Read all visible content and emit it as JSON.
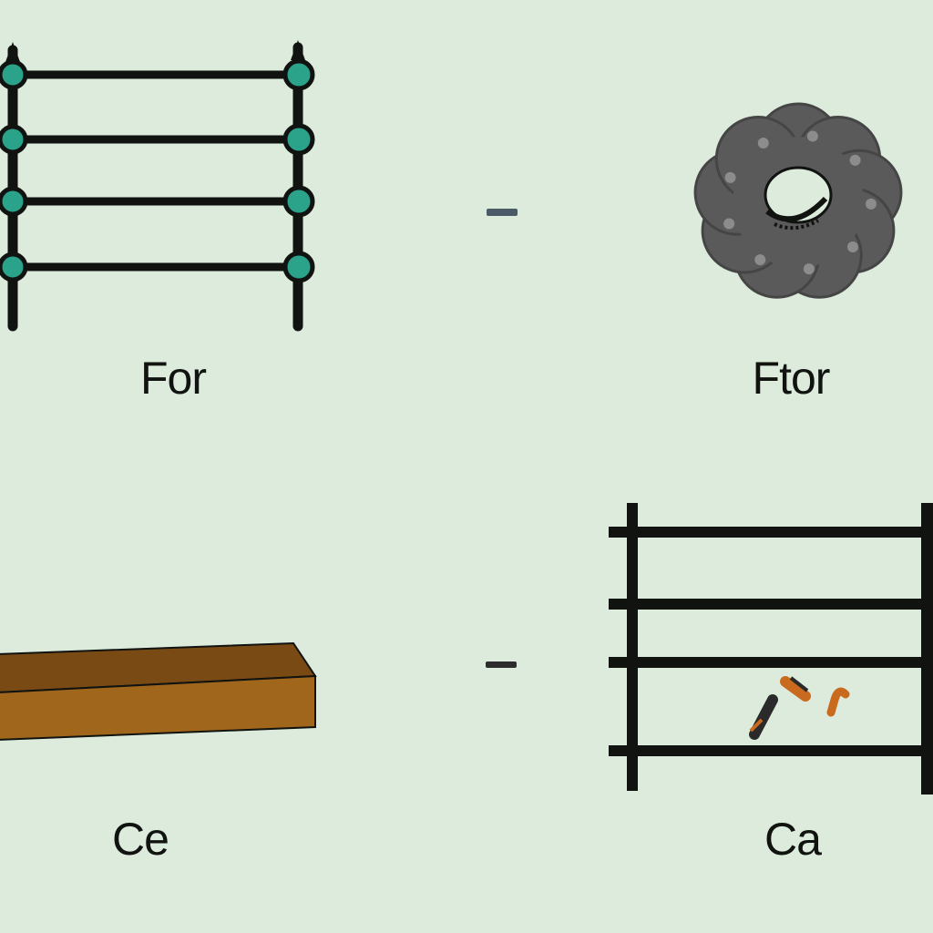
{
  "colors": {
    "background": "#dcebdc",
    "stroke": "#111311",
    "node_fill": "#2ba38a",
    "gear": "#5a5a5a",
    "gear_dark": "#454545",
    "wood_top": "#7a4a14",
    "wood_front": "#a0661b",
    "accent_orange": "#c96a1e"
  },
  "panels": {
    "top_left": {
      "caption": "For",
      "icon": "ladder-with-nodes-icon"
    },
    "top_right": {
      "caption": "Ftor",
      "icon": "gear-cluster-icon"
    },
    "bottom_left": {
      "caption": "Ce",
      "icon": "wooden-plank-icon"
    },
    "bottom_right": {
      "caption": "Ca",
      "icon": "rack-with-pegs-icon"
    }
  },
  "separators": {
    "top": {
      "icon": "small-dash-icon"
    },
    "bottom": {
      "icon": "small-dash-icon"
    }
  }
}
